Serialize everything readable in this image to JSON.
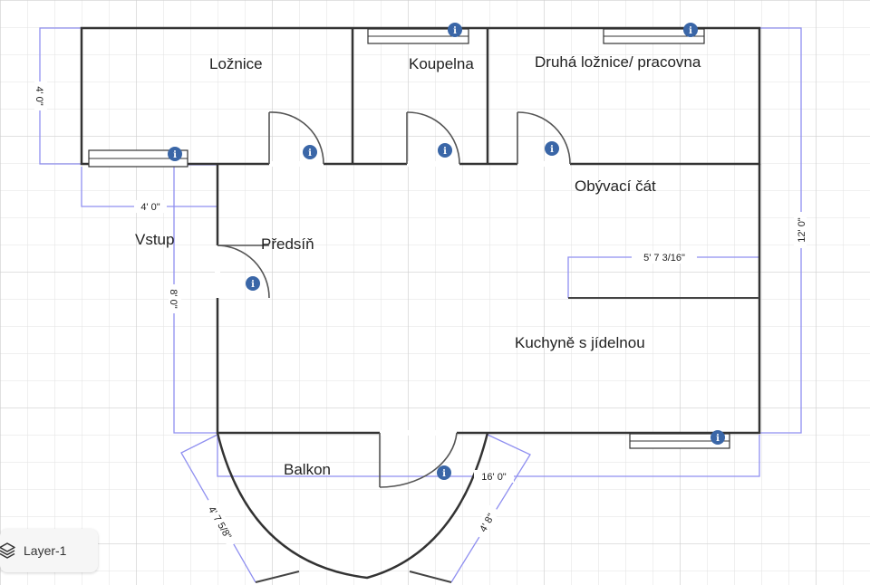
{
  "rooms": {
    "loznice": "Ložnice",
    "koupelna": "Koupelna",
    "druha_loznice": "Druhá ložnice/ pracovna",
    "obyvaci": "Obývací čát",
    "vstup": "Vstup",
    "predsin": "Předsíň",
    "kuchyne": "Kuchyně s jídelnou",
    "balkon": "Balkon"
  },
  "dimensions": {
    "left_top": "4' 0\"",
    "left_entry_width": "4' 0\"",
    "left_lower": "8' 0\"",
    "right": "12' 0\"",
    "kitchen_counter": "5' 7 3/16\"",
    "bottom": "16' 0\"",
    "balcony_left": "4' 7 5/8\"",
    "balcony_right": "4' 8\""
  },
  "icons": {
    "info": "info-icon",
    "info_glyph": "i",
    "layers": "layers-icon"
  },
  "layer_panel": {
    "name": "Layer-1"
  },
  "colors": {
    "grid": "#dcdcdc",
    "dimension": "#8f8ff0",
    "info": "#3a66a7",
    "wall": "#333333"
  }
}
